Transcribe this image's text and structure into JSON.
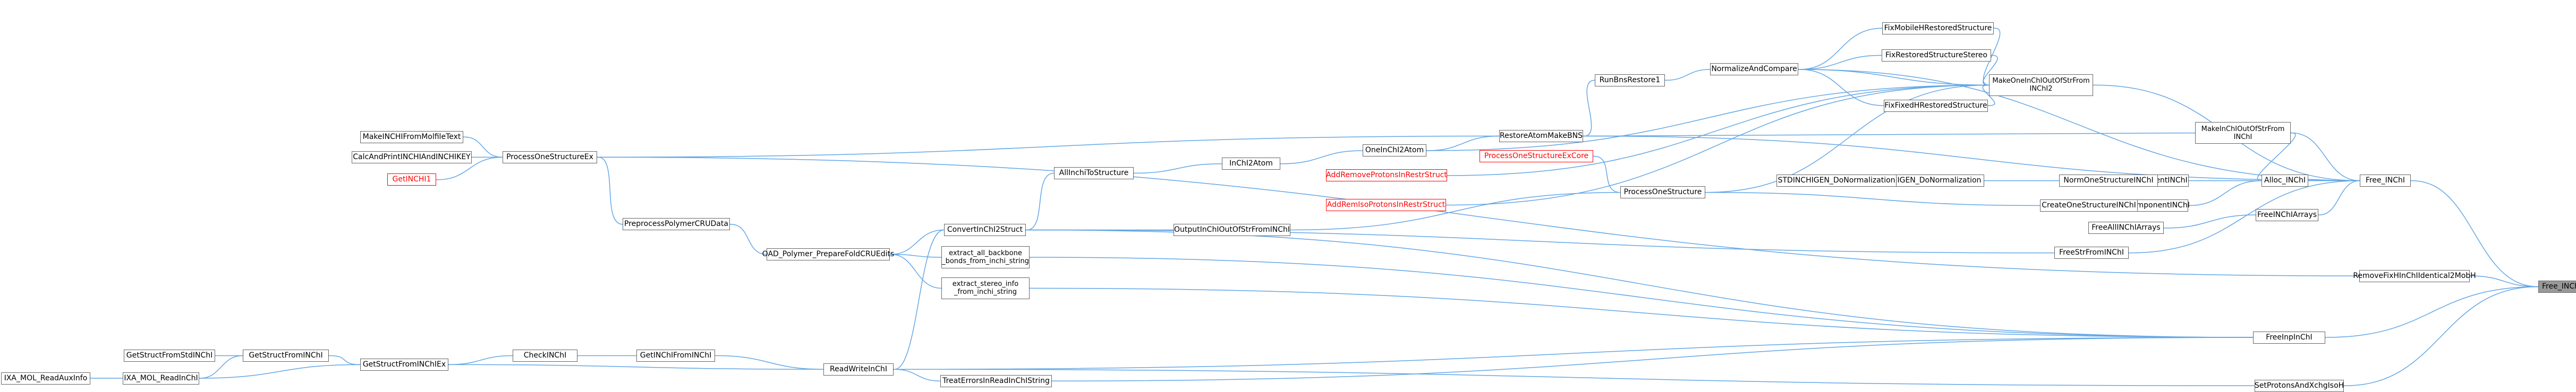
{
  "graph": {
    "edge_color": "#63a7e6",
    "node_border_color": "#666666",
    "missing_ref_color": "#ff0000",
    "highlight_fill": "#999999",
    "nodes": [
      {
        "id": "free_inchi_members",
        "lines": [
          "Free_INChI_Members"
        ],
        "highlight": true
      },
      {
        "id": "free_inchi",
        "lines": [
          "Free_INChI"
        ]
      },
      {
        "id": "removefixhinchiidentical2mobh",
        "lines": [
          "RemoveFixHInChIIdentical2MobH"
        ]
      },
      {
        "id": "freeinpinchi",
        "lines": [
          "FreeInpInChI"
        ]
      },
      {
        "id": "setprotonsandxchgisoh",
        "lines": [
          "SetProtonsAndXchgIsoH"
        ]
      },
      {
        "id": "makeinchioutofstrfrominchi",
        "lines": [
          "MakeInChIOutOfStrFrom",
          "INChI"
        ]
      },
      {
        "id": "alloc_inchi",
        "lines": [
          "Alloc_INChI"
        ]
      },
      {
        "id": "freeinchiarrays",
        "lines": [
          "FreeINChIArrays"
        ]
      },
      {
        "id": "freestrfrominchi",
        "lines": [
          "FreeStrFromINChI"
        ]
      },
      {
        "id": "readwinteinchi",
        "lines": [
          "ReadWriteInChI"
        ]
      },
      {
        "id": "treaterrorsinreadinchistring",
        "lines": [
          "TreatErrorsInReadInChIString"
        ]
      },
      {
        "id": "makeoneinchioutofstrfrominchi2",
        "lines": [
          "MakeOneInChIOutOfStrFrom",
          "INChI2"
        ]
      },
      {
        "id": "restoreatommakebns",
        "lines": [
          "RestoreAtomMakeBNS"
        ]
      },
      {
        "id": "normoneComponentinchi",
        "lines": [
          "NormOneComponentINChI"
        ]
      },
      {
        "id": "createonecomponentinchi",
        "lines": [
          "CreateOneComponentINChI"
        ]
      },
      {
        "id": "freeallinchiarrays",
        "lines": [
          "FreeAllINChIArrays"
        ]
      },
      {
        "id": "convertinchi2struct",
        "lines": [
          "ConvertInChI2Struct"
        ]
      },
      {
        "id": "extract_all_backbone",
        "lines": [
          "extract_all_backbone",
          "_bonds_from_inchi_string"
        ]
      },
      {
        "id": "extract_stereo_info",
        "lines": [
          "extract_stereo_info",
          "_from_inchi_string"
        ]
      },
      {
        "id": "getinchifrominchi",
        "lines": [
          "GetINChIFromINChI"
        ]
      },
      {
        "id": "fixmobilehrestoredstructure",
        "lines": [
          "FixMobileHRestoredStructure"
        ]
      },
      {
        "id": "fixrestoredstructurestereo",
        "lines": [
          "FixRestoredStructureStereo"
        ]
      },
      {
        "id": "fixfixedhrestoredstructure",
        "lines": [
          "FixFixedHRestoredStructure"
        ]
      },
      {
        "id": "normalizeandcompare",
        "lines": [
          "NormalizeAndCompare"
        ]
      },
      {
        "id": "processonestructureex",
        "lines": [
          "ProcessOneStructureEx"
        ]
      },
      {
        "id": "normonestructureinchi",
        "lines": [
          "NormOneStructureINChI"
        ]
      },
      {
        "id": "createonestructureinchi",
        "lines": [
          "CreateOneStructureINChI"
        ]
      },
      {
        "id": "getstructfrominchiex",
        "lines": [
          "GetStructFromINChIEx"
        ]
      },
      {
        "id": "checkinchi",
        "lines": [
          "CheckINChI"
        ]
      },
      {
        "id": "ixa_mol_readinchi",
        "lines": [
          "IXA_MOL_ReadInChI"
        ]
      },
      {
        "id": "runbnsrestore1",
        "lines": [
          "RunBnsRestore1"
        ]
      },
      {
        "id": "makeinchicalcandprintinchiandinchikey",
        "lines": [
          "CalcAndPrintINCHIAndINCHIKEY"
        ]
      },
      {
        "id": "makeinchifrommolfiletext",
        "lines": [
          "MakeINCHIFromMolfileText"
        ]
      },
      {
        "id": "getinchi1",
        "lines": [
          "GetINCHI1"
        ],
        "red": true
      },
      {
        "id": "inchinormalization",
        "lines": [
          "INCHIGEN_DoNormalization"
        ]
      },
      {
        "id": "stdinchigen_donormalization",
        "lines": [
          "STDINCHIGEN_DoNormalization"
        ]
      },
      {
        "id": "processonestructure",
        "lines": [
          "ProcessOneStructure"
        ]
      },
      {
        "id": "processonestructureexcore",
        "lines": [
          "ProcessOneStructureExCore"
        ],
        "red": true
      },
      {
        "id": "oneinchi2atom",
        "lines": [
          "OneInChI2Atom"
        ]
      },
      {
        "id": "inchi2atom",
        "lines": [
          "InChI2Atom"
        ]
      },
      {
        "id": "allinchitostructure",
        "lines": [
          "AllInchiToStructure"
        ]
      },
      {
        "id": "outputinchioutofstrfrominchi",
        "lines": [
          "OutputInChIOutOfStrFromINChI"
        ]
      },
      {
        "id": "addremoveprotonsinrestrstruct",
        "lines": [
          "AddRemoveProtonsInRestrStruct"
        ],
        "red": true
      },
      {
        "id": "addremisoprotonsinrestrstruct",
        "lines": [
          "AddRemIsoProtonsInRestrStruct"
        ],
        "red": true
      },
      {
        "id": "preprocesspolymercrudata",
        "lines": [
          "PreprocessPolymerCRUData"
        ]
      },
      {
        "id": "oad_polymer_preparefoldcrusedits",
        "lines": [
          "OAD_Polymer_PrepareFoldCRUEdits"
        ]
      },
      {
        "id": "getstructfrominchi",
        "lines": [
          "GetStructFromINChI"
        ]
      },
      {
        "id": "getstructfromstdinchi",
        "lines": [
          "GetStructFromStdINChI"
        ]
      },
      {
        "id": "ixa_mol_readauxinfo",
        "lines": [
          "IXA_MOL_ReadAuxInfo"
        ]
      }
    ]
  }
}
